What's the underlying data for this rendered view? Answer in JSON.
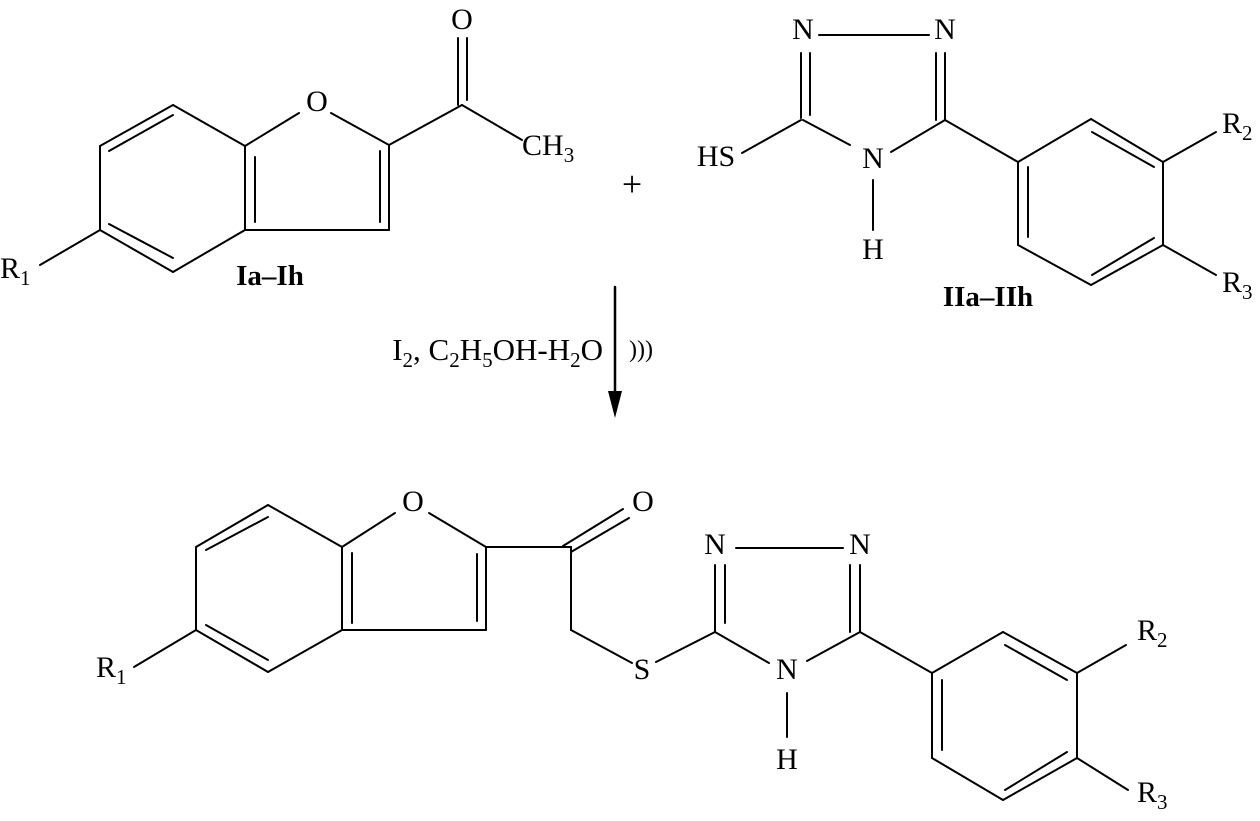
{
  "reactant1": {
    "carbonyl_o": "O",
    "ring_o": "O",
    "methyl": {
      "main": "CH",
      "sub": "3"
    },
    "r1": {
      "main": "R",
      "sub": "1"
    },
    "label": "Ia–Ih"
  },
  "plus": "+",
  "reactant2": {
    "n1": "N",
    "n2": "N",
    "n4": "N",
    "h": "H",
    "hs": "HS",
    "r2": {
      "main": "R",
      "sub": "2"
    },
    "r3": {
      "main": "R",
      "sub": "3"
    },
    "label": "IIa–IIh"
  },
  "arrow": {
    "conditions": [
      "I",
      "2",
      ", C",
      "2",
      "H",
      "5",
      "OH-H",
      "2",
      "O"
    ],
    "ultrasound": ")))"
  },
  "product": {
    "ring_o": "O",
    "carbonyl_o": "O",
    "s": "S",
    "n1": "N",
    "n2": "N",
    "n4": "N",
    "h": "H",
    "r1": {
      "main": "R",
      "sub": "1"
    },
    "r2": {
      "main": "R",
      "sub": "2"
    },
    "r3": {
      "main": "R",
      "sub": "3"
    }
  }
}
